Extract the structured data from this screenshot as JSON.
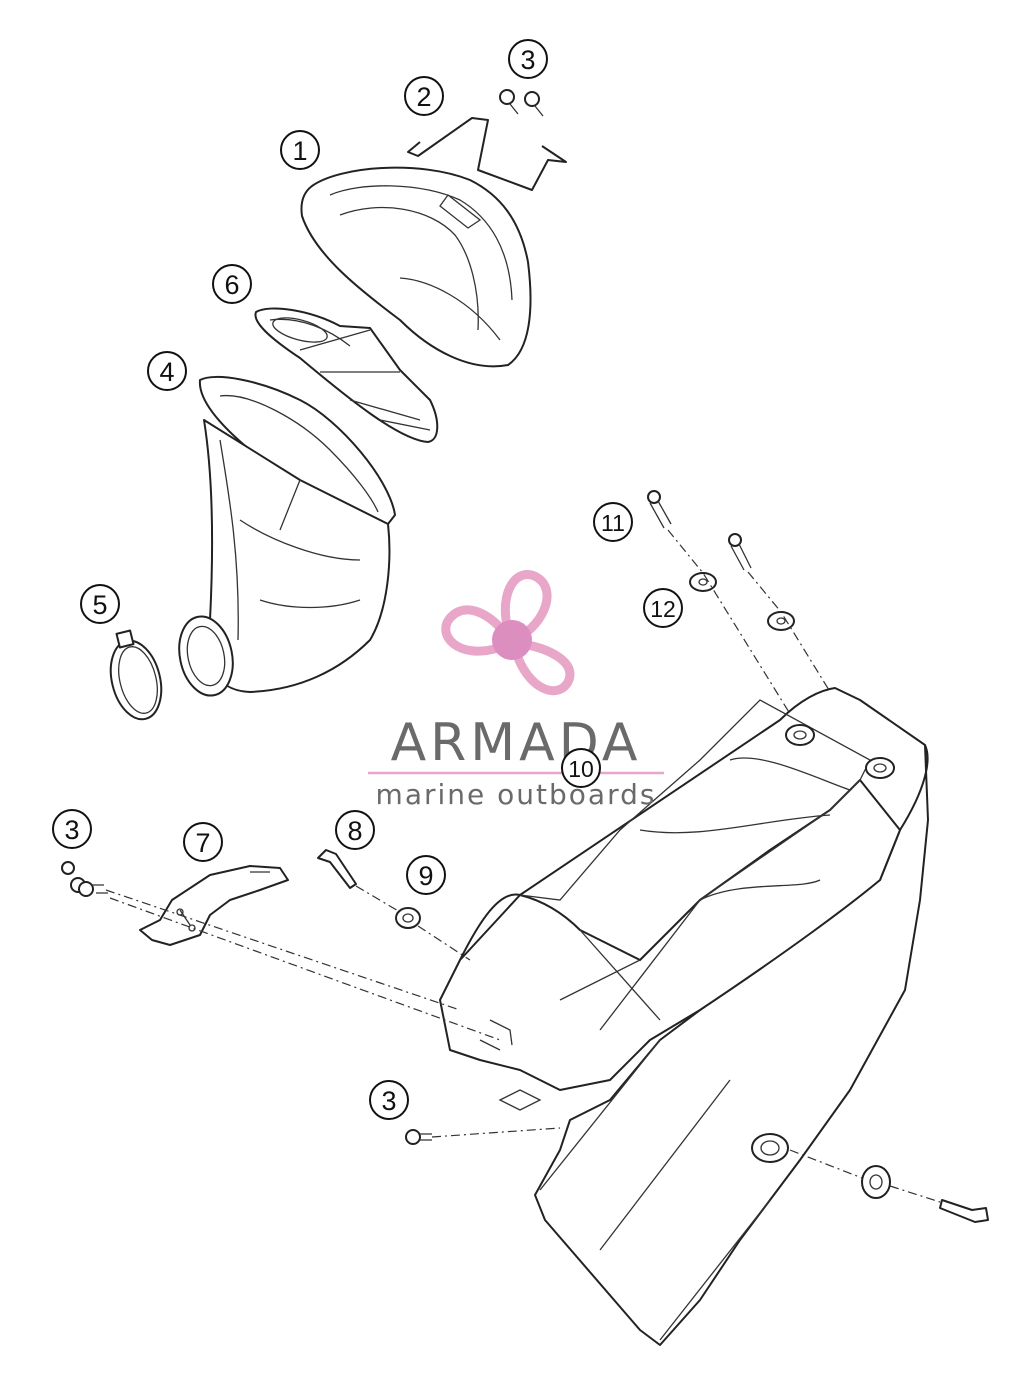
{
  "callouts": [
    {
      "id": "c1",
      "label": "1"
    },
    {
      "id": "c2",
      "label": "2"
    },
    {
      "id": "c3a",
      "label": "3"
    },
    {
      "id": "c3b",
      "label": "3"
    },
    {
      "id": "c3c",
      "label": "3"
    },
    {
      "id": "c4",
      "label": "4"
    },
    {
      "id": "c5",
      "label": "5"
    },
    {
      "id": "c6",
      "label": "6"
    },
    {
      "id": "c7",
      "label": "7"
    },
    {
      "id": "c8",
      "label": "8"
    },
    {
      "id": "c9",
      "label": "9"
    },
    {
      "id": "c10",
      "label": "10"
    },
    {
      "id": "c11",
      "label": "11"
    },
    {
      "id": "c12",
      "label": "12"
    }
  ],
  "watermark": {
    "brand": "ARMADA",
    "tagline": "marine outboards",
    "logo_icon": "propeller-icon",
    "logo_color": "#e8a6c8",
    "logo_hub_color": "#dd8ec0",
    "text_color": "#6a6a6a"
  }
}
